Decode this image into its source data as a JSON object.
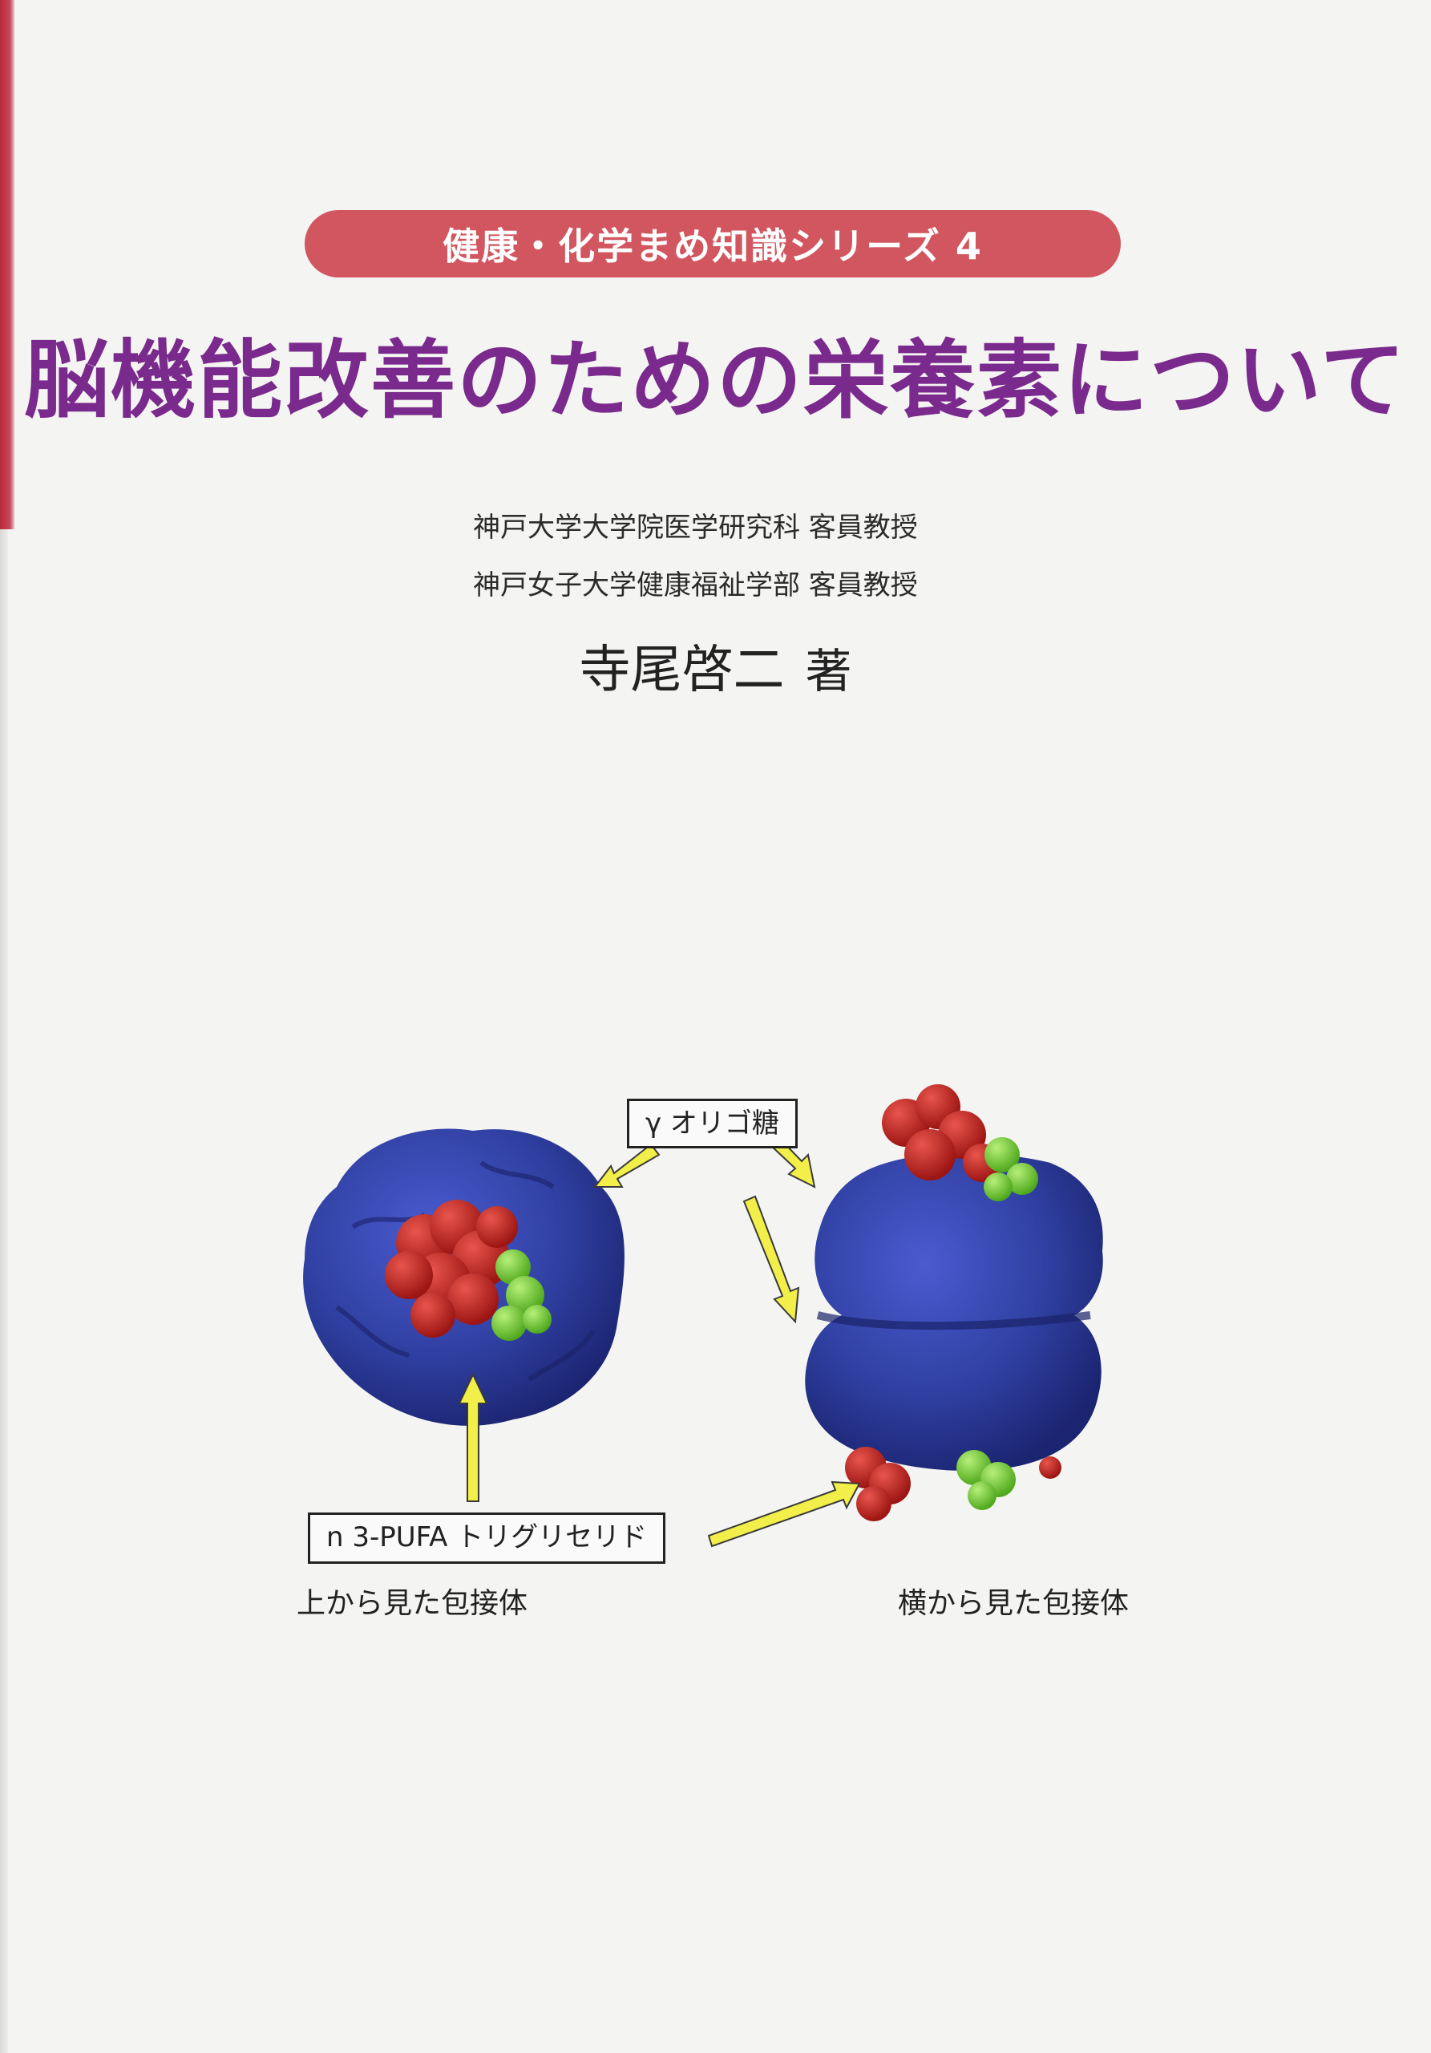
{
  "series": {
    "label": "健康・化学まめ知識シリーズ 4"
  },
  "title": "脳機能改善のための栄養素について",
  "affiliations": [
    "神戸大学大学院医学研究科  客員教授",
    "神戸女子大学健康福祉学部  客員教授"
  ],
  "author": {
    "name": "寺尾啓二",
    "role": "著"
  },
  "figure": {
    "labels": {
      "gamma": "γ オリゴ糖",
      "pufa": "n 3-PUFA トリグリセリド"
    },
    "captions": {
      "top_view": "上から見た包接体",
      "side_view": "横から見た包接体"
    }
  },
  "colors": {
    "banner": "#d1565f",
    "title": "#7a2a8c",
    "protein_blue": "#2f3fa0",
    "guest_red": "#c8231e",
    "guest_green": "#7fd63a",
    "arrow_yellow": "#f2ee4a"
  }
}
